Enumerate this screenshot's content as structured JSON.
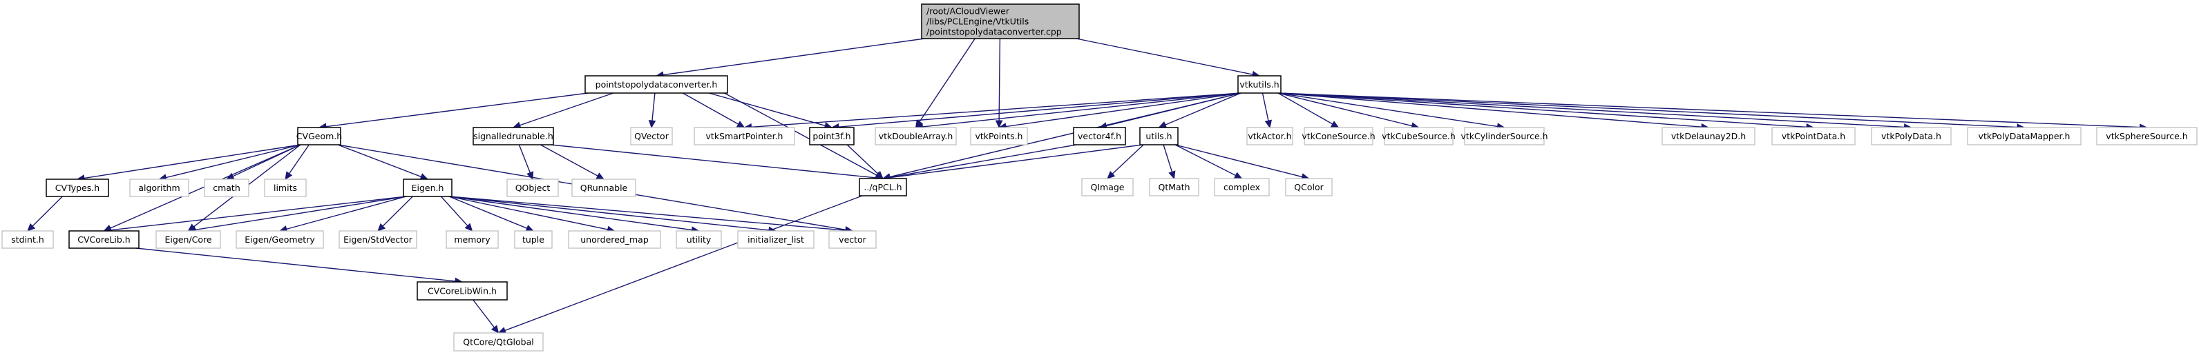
{
  "title": "Include dependency graph for pointstopolydataconverter.cpp",
  "colors": {
    "edge": "#191970",
    "root_fill": "#bfbfbf",
    "documented_border": "#000000",
    "external_border": "#bfbfbf"
  },
  "nodes": [
    {
      "id": "root",
      "label": [
        "/root/ACloudViewer",
        "/libs/PCLEngine/VtkUtils",
        "/pointstopolydataconverter.cpp"
      ],
      "kind": "root"
    },
    {
      "id": "pointstopolydataconverter_h",
      "label": [
        "pointstopolydataconverter.h"
      ],
      "kind": "doc"
    },
    {
      "id": "vtkutils_h",
      "label": [
        "vtkutils.h"
      ],
      "kind": "doc"
    },
    {
      "id": "CVGeom_h",
      "label": [
        "CVGeom.h"
      ],
      "kind": "doc"
    },
    {
      "id": "signalledrunable_h",
      "label": [
        "signalledrunable.h"
      ],
      "kind": "doc"
    },
    {
      "id": "QVector",
      "label": [
        "QVector"
      ],
      "kind": "ext"
    },
    {
      "id": "vtkSmartPointer_h",
      "label": [
        "vtkSmartPointer.h"
      ],
      "kind": "ext"
    },
    {
      "id": "point3f_h",
      "label": [
        "point3f.h"
      ],
      "kind": "doc"
    },
    {
      "id": "vtkDoubleArray_h",
      "label": [
        "vtkDoubleArray.h"
      ],
      "kind": "ext"
    },
    {
      "id": "vtkPoints_h",
      "label": [
        "vtkPoints.h"
      ],
      "kind": "ext"
    },
    {
      "id": "vector4f_h",
      "label": [
        "vector4f.h"
      ],
      "kind": "doc"
    },
    {
      "id": "utils_h",
      "label": [
        "utils.h"
      ],
      "kind": "doc"
    },
    {
      "id": "vtkActor_h",
      "label": [
        "vtkActor.h"
      ],
      "kind": "ext"
    },
    {
      "id": "vtkConeSource_h",
      "label": [
        "vtkConeSource.h"
      ],
      "kind": "ext"
    },
    {
      "id": "vtkCubeSource_h",
      "label": [
        "vtkCubeSource.h"
      ],
      "kind": "ext"
    },
    {
      "id": "vtkCylinderSource_h",
      "label": [
        "vtkCylinderSource.h"
      ],
      "kind": "ext"
    },
    {
      "id": "vtkDelaunay2D_h",
      "label": [
        "vtkDelaunay2D.h"
      ],
      "kind": "ext"
    },
    {
      "id": "vtkPointData_h",
      "label": [
        "vtkPointData.h"
      ],
      "kind": "ext"
    },
    {
      "id": "vtkPolyData_h",
      "label": [
        "vtkPolyData.h"
      ],
      "kind": "ext"
    },
    {
      "id": "vtkPolyDataMapper_h",
      "label": [
        "vtkPolyDataMapper.h"
      ],
      "kind": "ext"
    },
    {
      "id": "vtkSphereSource_h",
      "label": [
        "vtkSphereSource.h"
      ],
      "kind": "ext"
    },
    {
      "id": "CVTypes_h",
      "label": [
        "CVTypes.h"
      ],
      "kind": "doc"
    },
    {
      "id": "algorithm",
      "label": [
        "algorithm"
      ],
      "kind": "ext"
    },
    {
      "id": "cmath",
      "label": [
        "cmath"
      ],
      "kind": "ext"
    },
    {
      "id": "limits",
      "label": [
        "limits"
      ],
      "kind": "ext"
    },
    {
      "id": "Eigen_h",
      "label": [
        "Eigen.h"
      ],
      "kind": "doc"
    },
    {
      "id": "QObject",
      "label": [
        "QObject"
      ],
      "kind": "ext"
    },
    {
      "id": "QRunnable",
      "label": [
        "QRunnable"
      ],
      "kind": "ext"
    },
    {
      "id": "qPCL_h",
      "label": [
        "../qPCL.h"
      ],
      "kind": "doc"
    },
    {
      "id": "QImage",
      "label": [
        "QImage"
      ],
      "kind": "ext"
    },
    {
      "id": "QtMath",
      "label": [
        "QtMath"
      ],
      "kind": "ext"
    },
    {
      "id": "complex",
      "label": [
        "complex"
      ],
      "kind": "ext"
    },
    {
      "id": "QColor",
      "label": [
        "QColor"
      ],
      "kind": "ext"
    },
    {
      "id": "stdint_h",
      "label": [
        "stdint.h"
      ],
      "kind": "ext"
    },
    {
      "id": "CVCoreLib_h",
      "label": [
        "CVCoreLib.h"
      ],
      "kind": "doc"
    },
    {
      "id": "Eigen_Core",
      "label": [
        "Eigen/Core"
      ],
      "kind": "ext"
    },
    {
      "id": "Eigen_Geometry",
      "label": [
        "Eigen/Geometry"
      ],
      "kind": "ext"
    },
    {
      "id": "Eigen_StdVector",
      "label": [
        "Eigen/StdVector"
      ],
      "kind": "ext"
    },
    {
      "id": "memory",
      "label": [
        "memory"
      ],
      "kind": "ext"
    },
    {
      "id": "tuple",
      "label": [
        "tuple"
      ],
      "kind": "ext"
    },
    {
      "id": "unordered_map",
      "label": [
        "unordered_map"
      ],
      "kind": "ext"
    },
    {
      "id": "utility",
      "label": [
        "utility"
      ],
      "kind": "ext"
    },
    {
      "id": "initializer_list",
      "label": [
        "initializer_list"
      ],
      "kind": "ext"
    },
    {
      "id": "vector",
      "label": [
        "vector"
      ],
      "kind": "ext"
    },
    {
      "id": "CVCoreLibWin_h",
      "label": [
        "CVCoreLibWin.h"
      ],
      "kind": "doc"
    },
    {
      "id": "QtCore_QtGlobal",
      "label": [
        "QtCore/QtGlobal"
      ],
      "kind": "ext"
    }
  ],
  "edges": [
    [
      "root",
      "pointstopolydataconverter_h"
    ],
    [
      "root",
      "vtkutils_h"
    ],
    [
      "root",
      "vtkDoubleArray_h"
    ],
    [
      "root",
      "vtkPoints_h"
    ],
    [
      "pointstopolydataconverter_h",
      "CVGeom_h"
    ],
    [
      "pointstopolydataconverter_h",
      "signalledrunable_h"
    ],
    [
      "pointstopolydataconverter_h",
      "QVector"
    ],
    [
      "pointstopolydataconverter_h",
      "vtkSmartPointer_h"
    ],
    [
      "pointstopolydataconverter_h",
      "point3f_h"
    ],
    [
      "pointstopolydataconverter_h",
      "qPCL_h"
    ],
    [
      "vtkutils_h",
      "point3f_h"
    ],
    [
      "vtkutils_h",
      "vtkSmartPointer_h"
    ],
    [
      "vtkutils_h",
      "vtkDoubleArray_h"
    ],
    [
      "vtkutils_h",
      "vtkPoints_h"
    ],
    [
      "vtkutils_h",
      "vector4f_h"
    ],
    [
      "vtkutils_h",
      "utils_h"
    ],
    [
      "vtkutils_h",
      "qPCL_h"
    ],
    [
      "vtkutils_h",
      "vtkActor_h"
    ],
    [
      "vtkutils_h",
      "vtkConeSource_h"
    ],
    [
      "vtkutils_h",
      "vtkCubeSource_h"
    ],
    [
      "vtkutils_h",
      "vtkCylinderSource_h"
    ],
    [
      "vtkutils_h",
      "vtkDelaunay2D_h"
    ],
    [
      "vtkutils_h",
      "vtkPointData_h"
    ],
    [
      "vtkutils_h",
      "vtkPolyData_h"
    ],
    [
      "vtkutils_h",
      "vtkPolyDataMapper_h"
    ],
    [
      "vtkutils_h",
      "vtkSphereSource_h"
    ],
    [
      "CVGeom_h",
      "CVTypes_h"
    ],
    [
      "CVGeom_h",
      "algorithm"
    ],
    [
      "CVGeom_h",
      "cmath"
    ],
    [
      "CVGeom_h",
      "limits"
    ],
    [
      "CVGeom_h",
      "CVCoreLib_h"
    ],
    [
      "CVGeom_h",
      "Eigen_Core"
    ],
    [
      "CVGeom_h",
      "Eigen_h"
    ],
    [
      "CVGeom_h",
      "vector"
    ],
    [
      "signalledrunable_h",
      "QObject"
    ],
    [
      "signalledrunable_h",
      "QRunnable"
    ],
    [
      "signalledrunable_h",
      "qPCL_h"
    ],
    [
      "point3f_h",
      "qPCL_h"
    ],
    [
      "vector4f_h",
      "qPCL_h"
    ],
    [
      "utils_h",
      "qPCL_h"
    ],
    [
      "utils_h",
      "QImage"
    ],
    [
      "utils_h",
      "QtMath"
    ],
    [
      "utils_h",
      "complex"
    ],
    [
      "utils_h",
      "QColor"
    ],
    [
      "CVTypes_h",
      "stdint_h"
    ],
    [
      "Eigen_h",
      "CVCoreLib_h"
    ],
    [
      "Eigen_h",
      "Eigen_Core"
    ],
    [
      "Eigen_h",
      "Eigen_Geometry"
    ],
    [
      "Eigen_h",
      "Eigen_StdVector"
    ],
    [
      "Eigen_h",
      "memory"
    ],
    [
      "Eigen_h",
      "tuple"
    ],
    [
      "Eigen_h",
      "unordered_map"
    ],
    [
      "Eigen_h",
      "utility"
    ],
    [
      "Eigen_h",
      "initializer_list"
    ],
    [
      "Eigen_h",
      "vector"
    ],
    [
      "CVCoreLib_h",
      "CVCoreLibWin_h"
    ],
    [
      "CVCoreLibWin_h",
      "QtCore_QtGlobal"
    ],
    [
      "qPCL_h",
      "QtCore_QtGlobal"
    ]
  ]
}
